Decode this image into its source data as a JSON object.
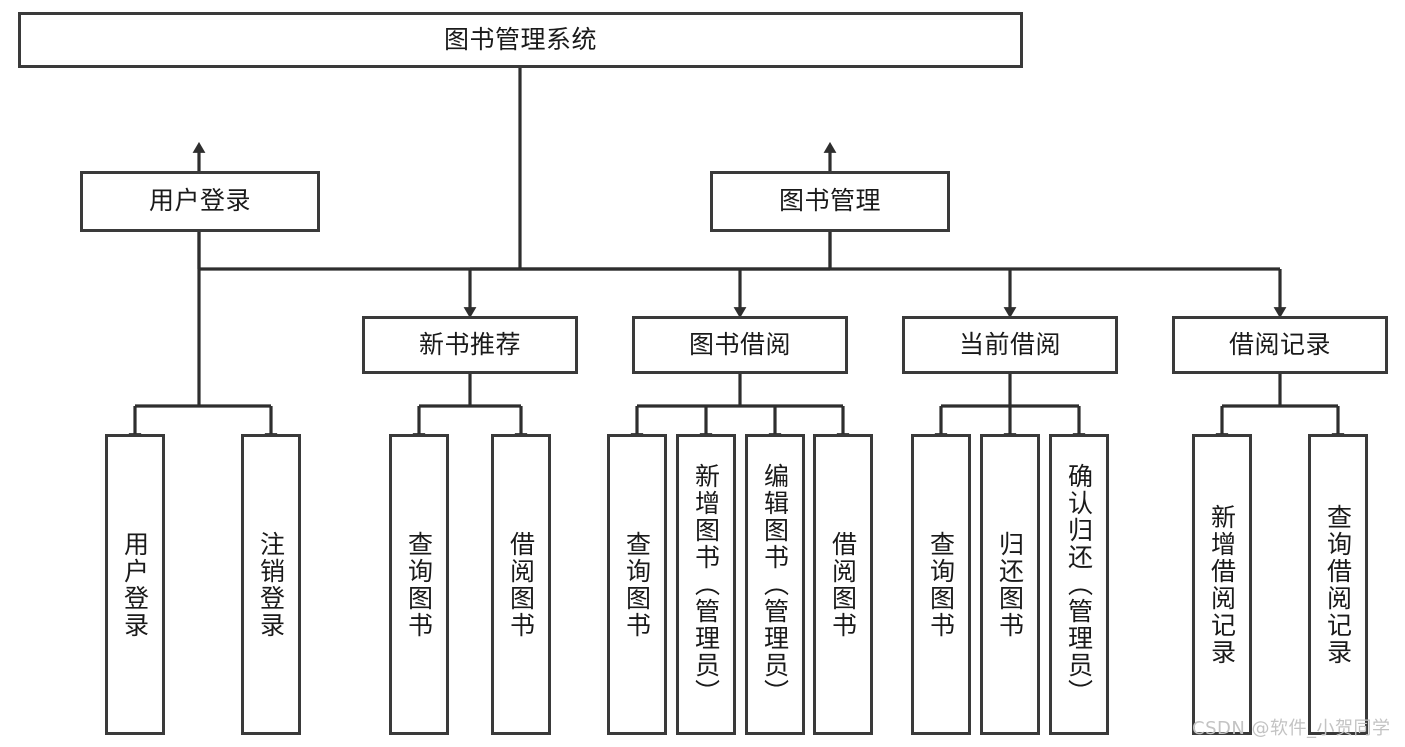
{
  "diagram": {
    "title": "图书管理系统",
    "watermark": "CSDN @软件_小贺同学",
    "colors": {
      "background": "#ffffff",
      "border": "#3a3a3a",
      "connector": "#2e2e2e",
      "text": "#1a1a1a",
      "watermark": "#c3c3c3"
    },
    "root": {
      "label": "图书管理系统"
    },
    "level2": [
      {
        "label": "用户登录"
      },
      {
        "label": "图书管理"
      }
    ],
    "level3": [
      {
        "label": "新书推荐"
      },
      {
        "label": "图书借阅"
      },
      {
        "label": "当前借阅"
      },
      {
        "label": "借阅记录"
      }
    ],
    "leaves": {
      "user_login": [
        {
          "label": "用户登录"
        },
        {
          "label": "注销登录"
        }
      ],
      "new_book_recommend": [
        {
          "label": "查询图书"
        },
        {
          "label": "借阅图书"
        }
      ],
      "book_borrow": [
        {
          "label": "查询图书"
        },
        {
          "label": "新增图书（管理员）"
        },
        {
          "label": "编辑图书（管理员）"
        },
        {
          "label": "借阅图书"
        }
      ],
      "current_borrow": [
        {
          "label": "查询图书"
        },
        {
          "label": "归还图书"
        },
        {
          "label": "确认归还（管理员）"
        }
      ],
      "borrow_record": [
        {
          "label": "新增借阅记录"
        },
        {
          "label": "查询借阅记录"
        }
      ]
    }
  }
}
